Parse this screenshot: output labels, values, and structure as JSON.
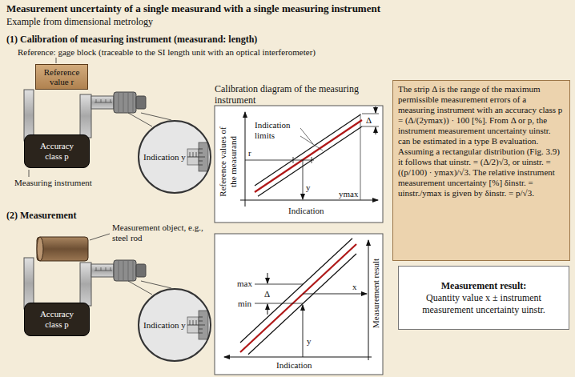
{
  "diagram": {
    "title": "Measurement uncertainty of a single measurand with a single measuring instrument",
    "nodes": [
      {
        "text": [
          "Reference value r"
        ]
      },
      {
        "text": [
          "Accuracy class p"
        ]
      },
      {
        "text": [
          "Indication y"
        ]
      },
      {
        "text": [
          "Accuracy class p"
        ]
      },
      {
        "text": [
          "Indication y"
        ]
      },
      {
        "text": [
          "The strip Δ is the range of the maximum permissible measurement errors of a measuring instrument with an accuracy class p = (Δ/(2ymax)) · 100 [%]. From Δ or p, the instrument measurement uncertainty uinstr. can be estimated in a type B evaluation. Assuming a rectangular distribution (Fig. 3.9) it follows that uinstr. = (Δ/2)√3, or uinstr. = ((p/100) · ymax)/√3. The relative instrument measurement uncertainty [%] δinstr. = uinstr./ymax is given by δinstr. = p/√3."
        ]
      },
      {
        "text": [
          "Measurement result:",
          "Quantity value x ± instrument measurement uncertainty uinstr."
        ]
      }
    ],
    "labels": [
      "Example from dimensional metrology",
      "(1) Calibration of measuring instrument (measurand: length)",
      "Reference: gage block (traceable to the SI length unit with an optical interferometer)",
      "Measuring instrument",
      "Calibration diagram of the measuring instrument",
      "Reference values of the measurand",
      "Indication limits",
      "Δ",
      "r",
      "y",
      "ymax",
      "Indication",
      "(2) Measurement",
      "Measurement object, e.g., steel rod",
      "Measurement result",
      "max",
      "min",
      "Δ",
      "x",
      "y",
      "Indication"
    ]
  }
}
